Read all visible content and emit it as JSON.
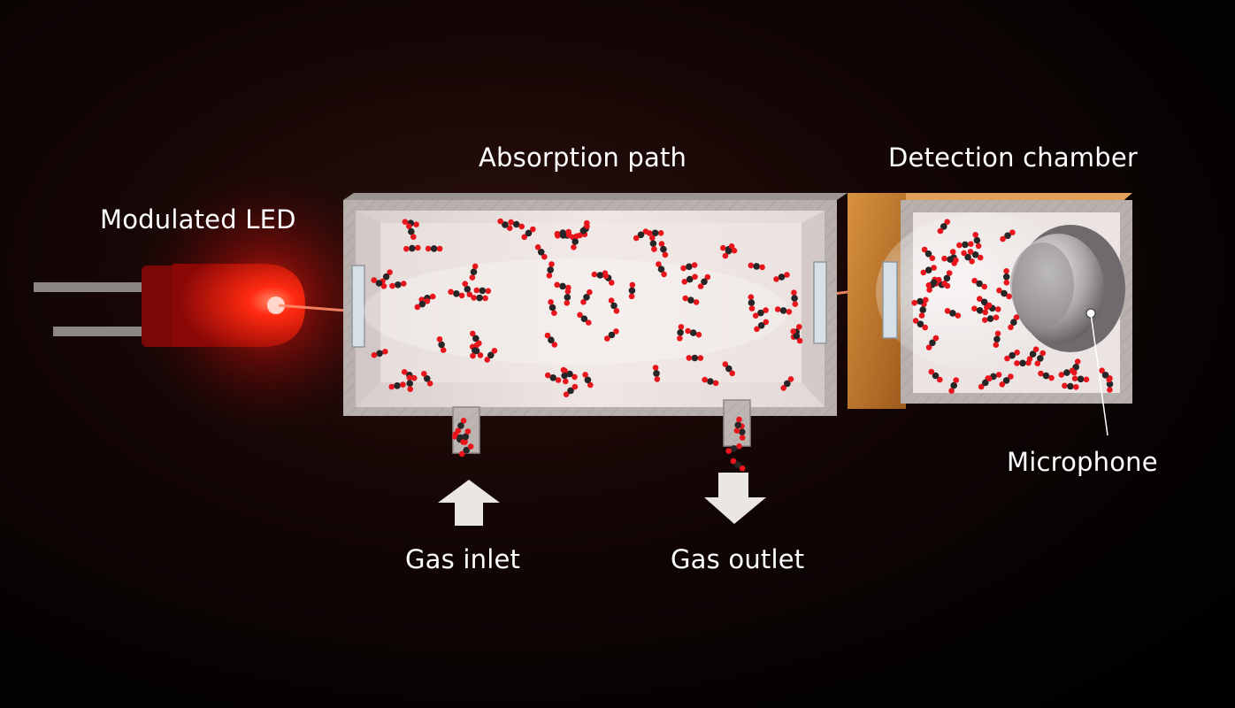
{
  "labels": {
    "led": "Modulated LED",
    "absorption": "Absorption path",
    "detection": "Detection chamber",
    "microphone": "Microphone",
    "inlet": "Gas inlet",
    "outlet": "Gas outlet"
  },
  "colors": {
    "background": "#000000",
    "led_red": "#e8100c",
    "beam": "#ff6a4a",
    "chamber_wall": "#bfb8b5",
    "chamber_interior": "#e6dedb",
    "detection_housing": "#c77a2c",
    "molecule_red": "#e8151c",
    "molecule_dark": "#262626",
    "microphone_metal": "#b8b4b8",
    "label_text": "#ffffff"
  },
  "icons": [
    "led-icon",
    "microphone-icon",
    "window-icon",
    "up-arrow-icon",
    "down-arrow-icon",
    "molecule-icon"
  ]
}
